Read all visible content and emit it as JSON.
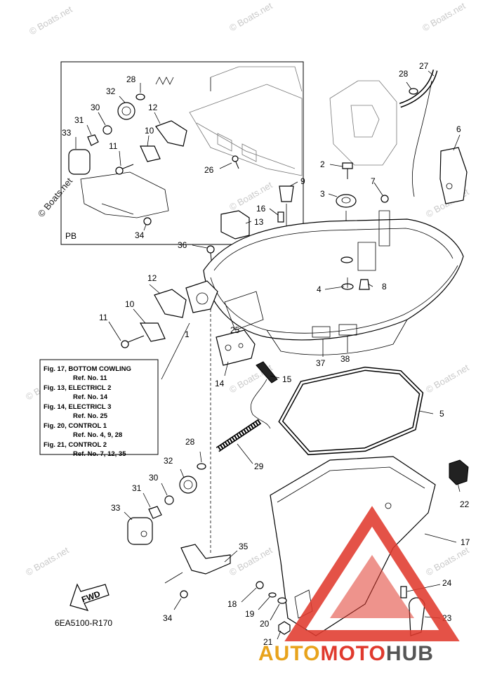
{
  "diagram": {
    "part_code": "6EA5100-R170",
    "inset_label": "PB",
    "fwd_label": "FWD",
    "watermark": "© Boats.net",
    "brand": {
      "part1": "AUTO",
      "part2": "MOTO",
      "part3": "HUB",
      "color1": "#e8a31c",
      "color2": "#e03a2e",
      "color3": "#555555"
    },
    "reference_box": [
      "Fig. 17, BOTTOM COWLING",
      "Ref. No. 11",
      "Fig. 13, ELECTRICL 2",
      "Ref. No. 14",
      "Fig. 14, ELECTRICL 3",
      "Ref. No. 25",
      "Fig. 20, CONTROL 1",
      "Ref. No. 4, 9, 28",
      "Fig. 21, CONTROL 2",
      "Ref. No. 7, 12, 35"
    ],
    "callouts": [
      "28",
      "32",
      "30",
      "31",
      "33",
      "12",
      "10",
      "11",
      "26",
      "34",
      "27",
      "28",
      "6",
      "2",
      "9",
      "3",
      "7",
      "16",
      "13",
      "36",
      "12",
      "10",
      "11",
      "1",
      "4",
      "8",
      "25",
      "14",
      "15",
      "37",
      "38",
      "5",
      "28",
      "29",
      "32",
      "30",
      "31",
      "33",
      "35",
      "34",
      "18",
      "19",
      "20",
      "21",
      "22",
      "17",
      "24",
      "23"
    ]
  }
}
